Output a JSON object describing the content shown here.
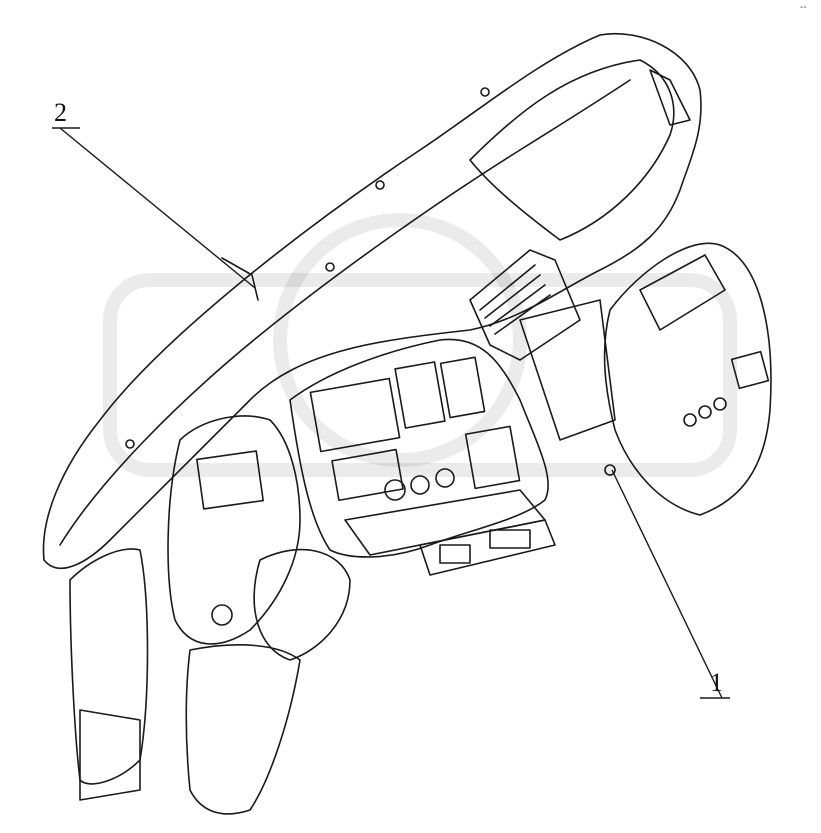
{
  "diagram": {
    "subject": "instrument-panel-assembly",
    "callouts": [
      {
        "id": "callout-1",
        "label": "1"
      },
      {
        "id": "callout-2",
        "label": "2"
      }
    ],
    "corner_mark": "--",
    "colors": {
      "line": "#1a1a1a",
      "background": "#ffffff",
      "watermark": "#000000"
    }
  }
}
